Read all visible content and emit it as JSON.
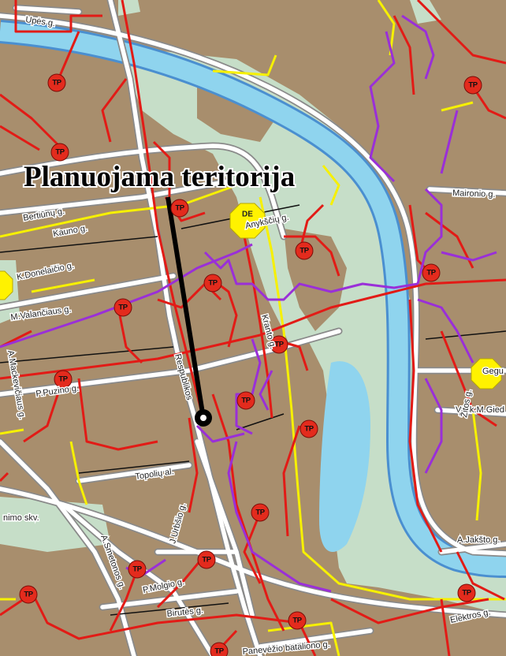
{
  "map": {
    "title": "Planuojama teritorija",
    "tp_label": "TP",
    "streets": {
      "upes": "Upės g.",
      "bertiunu": "Bertiūnų g.",
      "kauno": "Kauno g.",
      "anyksciu": "Anykščių g.",
      "kdonelaicio": "K.Donelaičio g.",
      "mvalanciaus": "M.Valančiaus g.",
      "amackeviciaus": "A.Mackevičiaus g.",
      "ppuzino": "P.Puzino g.",
      "respublikos": "Respublikos",
      "krantog": "Kranto g.",
      "topoliu": "Topolių al.",
      "jurbsio": "J.Urbšio g.",
      "smetonos": "A.Smetonos g.",
      "molgio": "P.Molgio g.",
      "birutes": "Birutės g.",
      "panevezio": "Panevėžio bataliono g.",
      "elektros": "Elektros g.",
      "ajaksto": "A.Jakšto g.",
      "maironio": "Maironio g.",
      "gegu": "Gegu",
      "vyskmgied": "Vysk.M.Gied",
      "zitos": "Žitos g.",
      "nimo": "nimo skv."
    },
    "colors": {
      "land": "#a88e6d",
      "park": "#c6dec8",
      "river": "#8fd4ee",
      "river_edge": "#4a8fd0",
      "road_casing": "#8a8a8a",
      "road_fill": "#ffffff",
      "red_line": "#e21b16",
      "purple_line": "#9a2fd8",
      "yellow_line": "#f6f000",
      "black_line": "#111111",
      "tp_fill": "#e32b1d",
      "sign_fill": "#fff200"
    }
  }
}
